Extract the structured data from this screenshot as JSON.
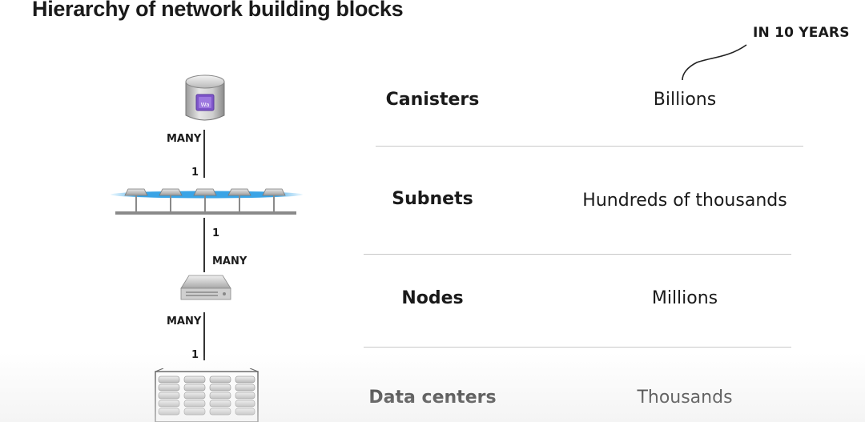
{
  "title": "Hierarchy of network building blocks",
  "annotation": "IN 10 YEARS",
  "rows": [
    {
      "name": "Canisters",
      "value": "Billions",
      "icon": "canister-icon"
    },
    {
      "name": "Subnets",
      "value": "Hundreds of thousands",
      "icon": "subnet-icon"
    },
    {
      "name": "Nodes",
      "value": "Millions",
      "icon": "server-node-icon"
    },
    {
      "name": "Data centers",
      "value": "Thousands",
      "icon": "data-center-icon"
    }
  ],
  "relations": {
    "canister_subnet": {
      "upper": "MANY",
      "lower": "1"
    },
    "subnet_node": {
      "upper": "1",
      "lower": "MANY"
    },
    "node_datacenter": {
      "upper": "MANY",
      "lower": "1"
    }
  },
  "canister_badge": "Wa"
}
